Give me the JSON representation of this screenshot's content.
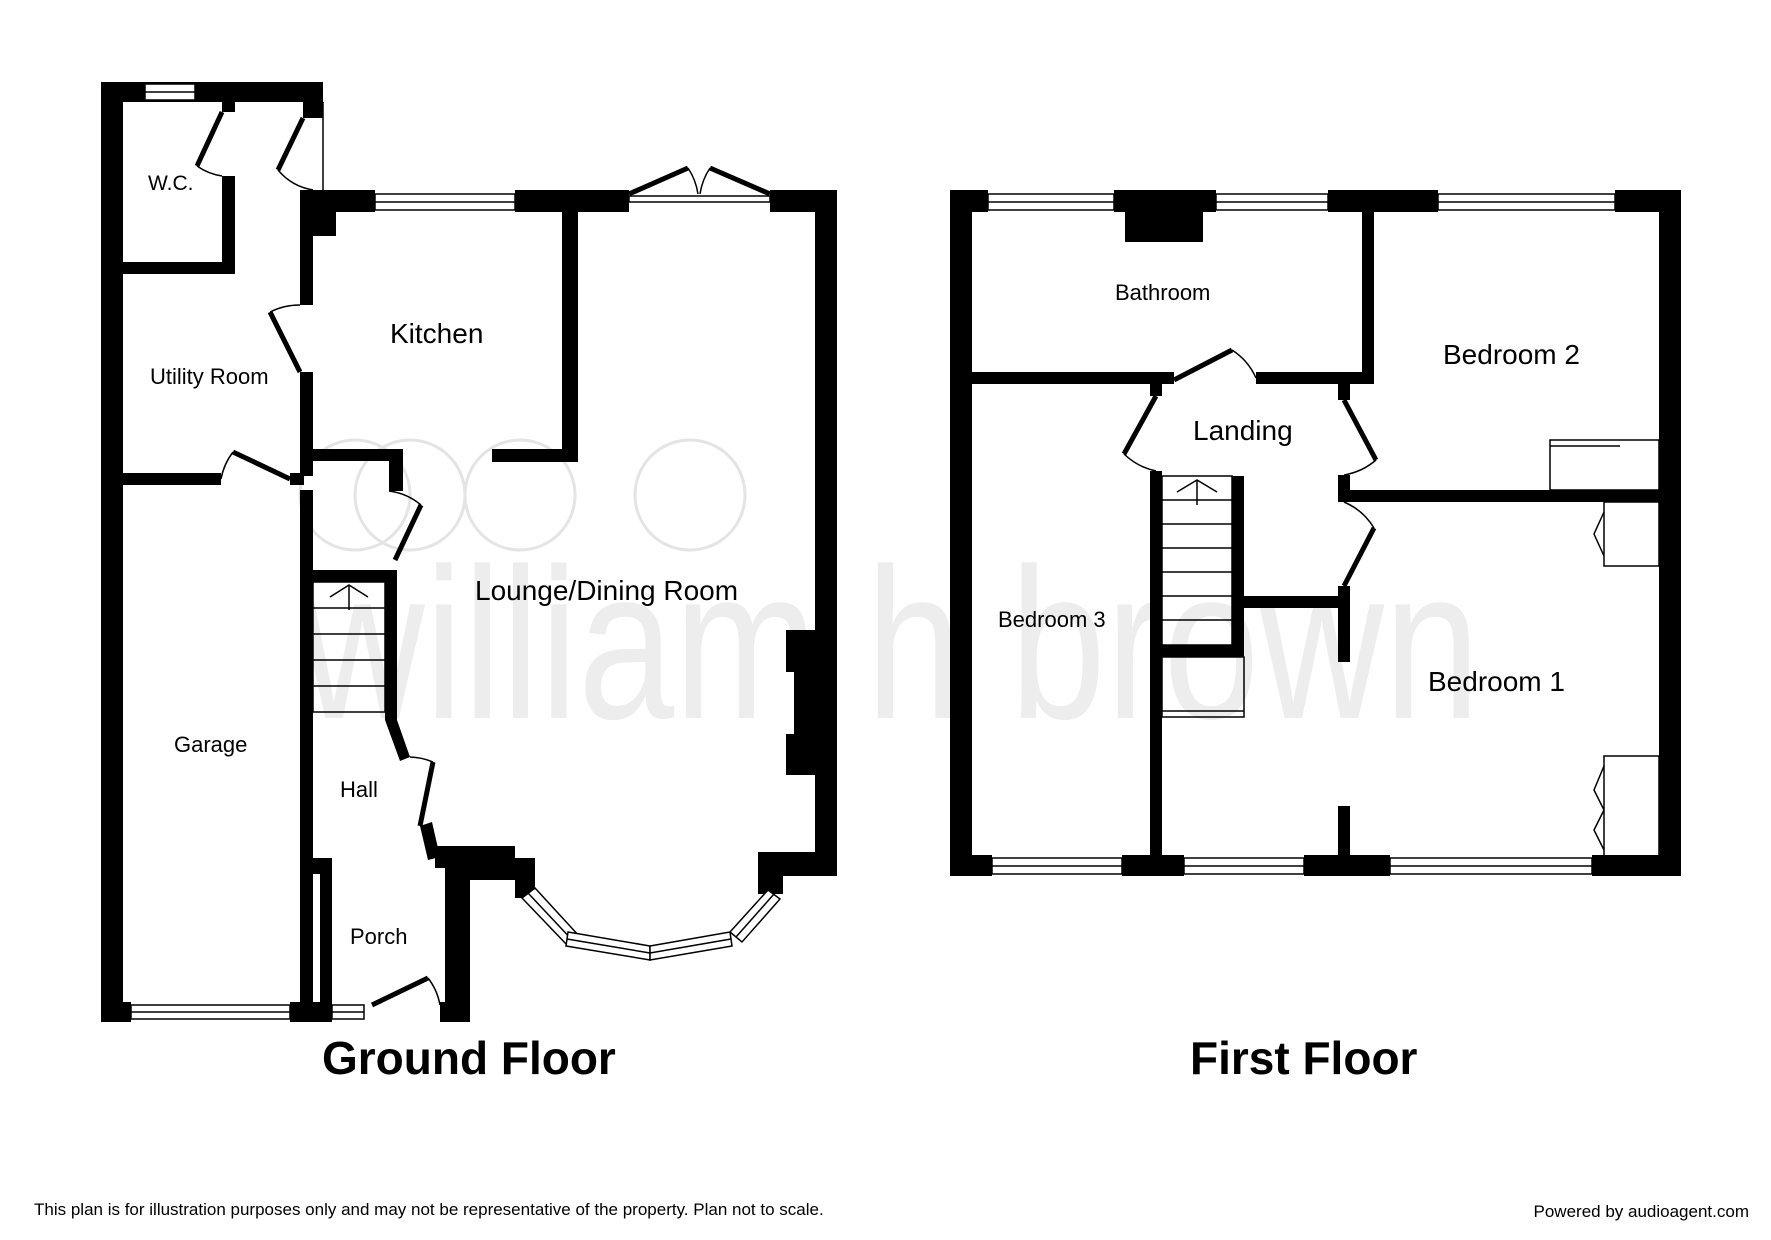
{
  "watermark": {
    "brand": "william h brown"
  },
  "ground_floor": {
    "title": "Ground Floor",
    "rooms": {
      "wc": "W.C.",
      "utility": "Utility Room",
      "kitchen": "Kitchen",
      "lounge": "Lounge/Dining Room",
      "garage": "Garage",
      "hall": "Hall",
      "porch": "Porch"
    }
  },
  "first_floor": {
    "title": "First Floor",
    "rooms": {
      "bathroom": "Bathroom",
      "bedroom2": "Bedroom 2",
      "landing": "Landing",
      "bedroom3": "Bedroom 3",
      "bedroom1": "Bedroom 1"
    }
  },
  "footer": {
    "disclaimer": "This plan is for illustration purposes only and may not be representative of the property. Plan not to scale.",
    "credit": "Powered by audioagent.com"
  },
  "colors": {
    "walls": "#000000",
    "watermark": "#e6e6e6",
    "background": "#ffffff"
  }
}
